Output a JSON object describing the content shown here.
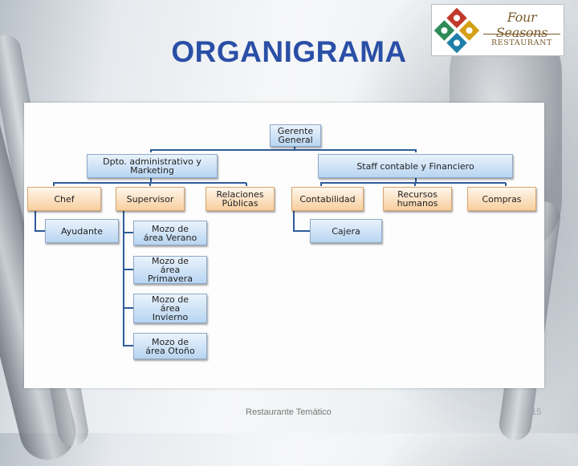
{
  "slide": {
    "title": "ORGANIGRAMA",
    "footer": "Restaurante Temático",
    "page_number": "15"
  },
  "logo": {
    "name": "Four Seasons",
    "subtitle": "RESTAURANT",
    "colors": [
      "#c0392b",
      "#2e8b57",
      "#1f7fa8",
      "#d4a017"
    ]
  },
  "org": {
    "colors": {
      "blue_fill": "#b8d5f1",
      "orange_fill": "#f7cf9e",
      "connector": "#2f5b9a"
    },
    "gerente": "Gerente\nGeneral",
    "dpto_admin": "Dpto. administrativo  y\nMarketing",
    "staff": "Staff contable y  Financiero",
    "chef": "Chef",
    "supervisor": "Supervisor",
    "relaciones": "Relaciones\nPúblicas",
    "contabilidad": "Contabilidad",
    "recursos": "Recursos\nhumanos",
    "compras": "Compras",
    "ayudante": "Ayudante",
    "mozo_verano": "Mozo de\nárea Verano",
    "mozo_primavera": "Mozo de\nárea\nPrimavera",
    "mozo_invierno": "Mozo de\nárea\nInvierno",
    "mozo_otono": "Mozo de\nárea Otoño",
    "cajera": "Cajera"
  }
}
